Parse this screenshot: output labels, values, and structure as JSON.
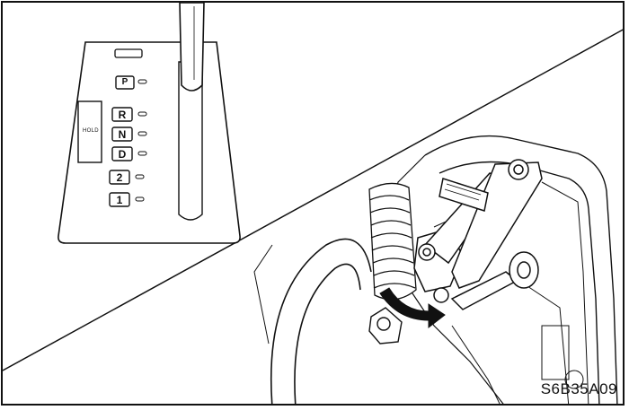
{
  "shift_positions": [
    "P",
    "R",
    "N",
    "D",
    "2",
    "1"
  ],
  "hold_label": "HOLD",
  "figure_code": "S6B35A09"
}
